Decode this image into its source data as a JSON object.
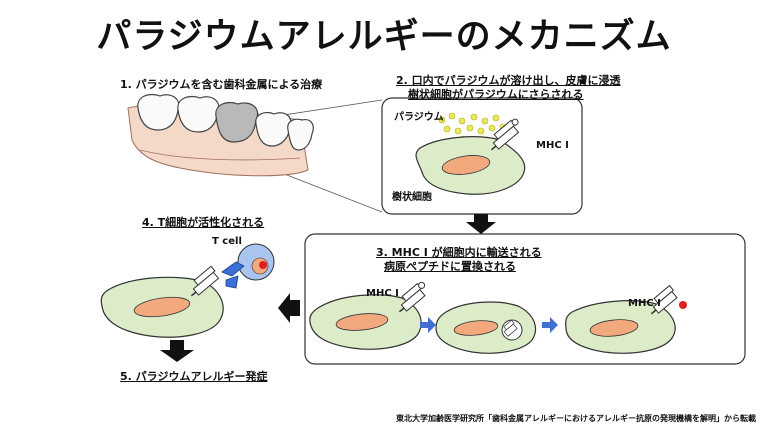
{
  "title": "パラジウムアレルギーのメカニズム",
  "steps": {
    "step1": "1.  パラジウムを含む歯科金属による治療",
    "step2_line1": "2. 口内でパラジウムが溶け出し、皮膚に浸透",
    "step2_line2": "樹状細胞がパラジウムにさらされる",
    "step3_line1": "3. MHC I が細胞内に輸送される",
    "step3_line2": "病原ペプチドに置換される",
    "step4": "4. T細胞が活性化される",
    "step5": "5. パラジウムアレルギー発症"
  },
  "labels": {
    "palladium": "パラジウム",
    "mhc_top": "MHC I",
    "dendritic_cell": "樹状細胞",
    "mhc_left": "MHC I",
    "mhc_right": "MHC I",
    "t_cell": "T cell"
  },
  "credit": "東北大学加齢医学研究所「歯科金属アレルギーにおけるアレルギー抗原の発現機構を解明」から転載",
  "colors": {
    "cell_fill": "#dcebc8",
    "nucleus_fill": "#f2a97e",
    "gum_fill": "#f4d9c8",
    "palladium_dot": "#e9e85a",
    "arrow_blue": "#3f6fd1",
    "tcell_fill": "#a9c4ef",
    "receptor_blue": "#3b6fd9",
    "antigen_red": "#e02020"
  }
}
